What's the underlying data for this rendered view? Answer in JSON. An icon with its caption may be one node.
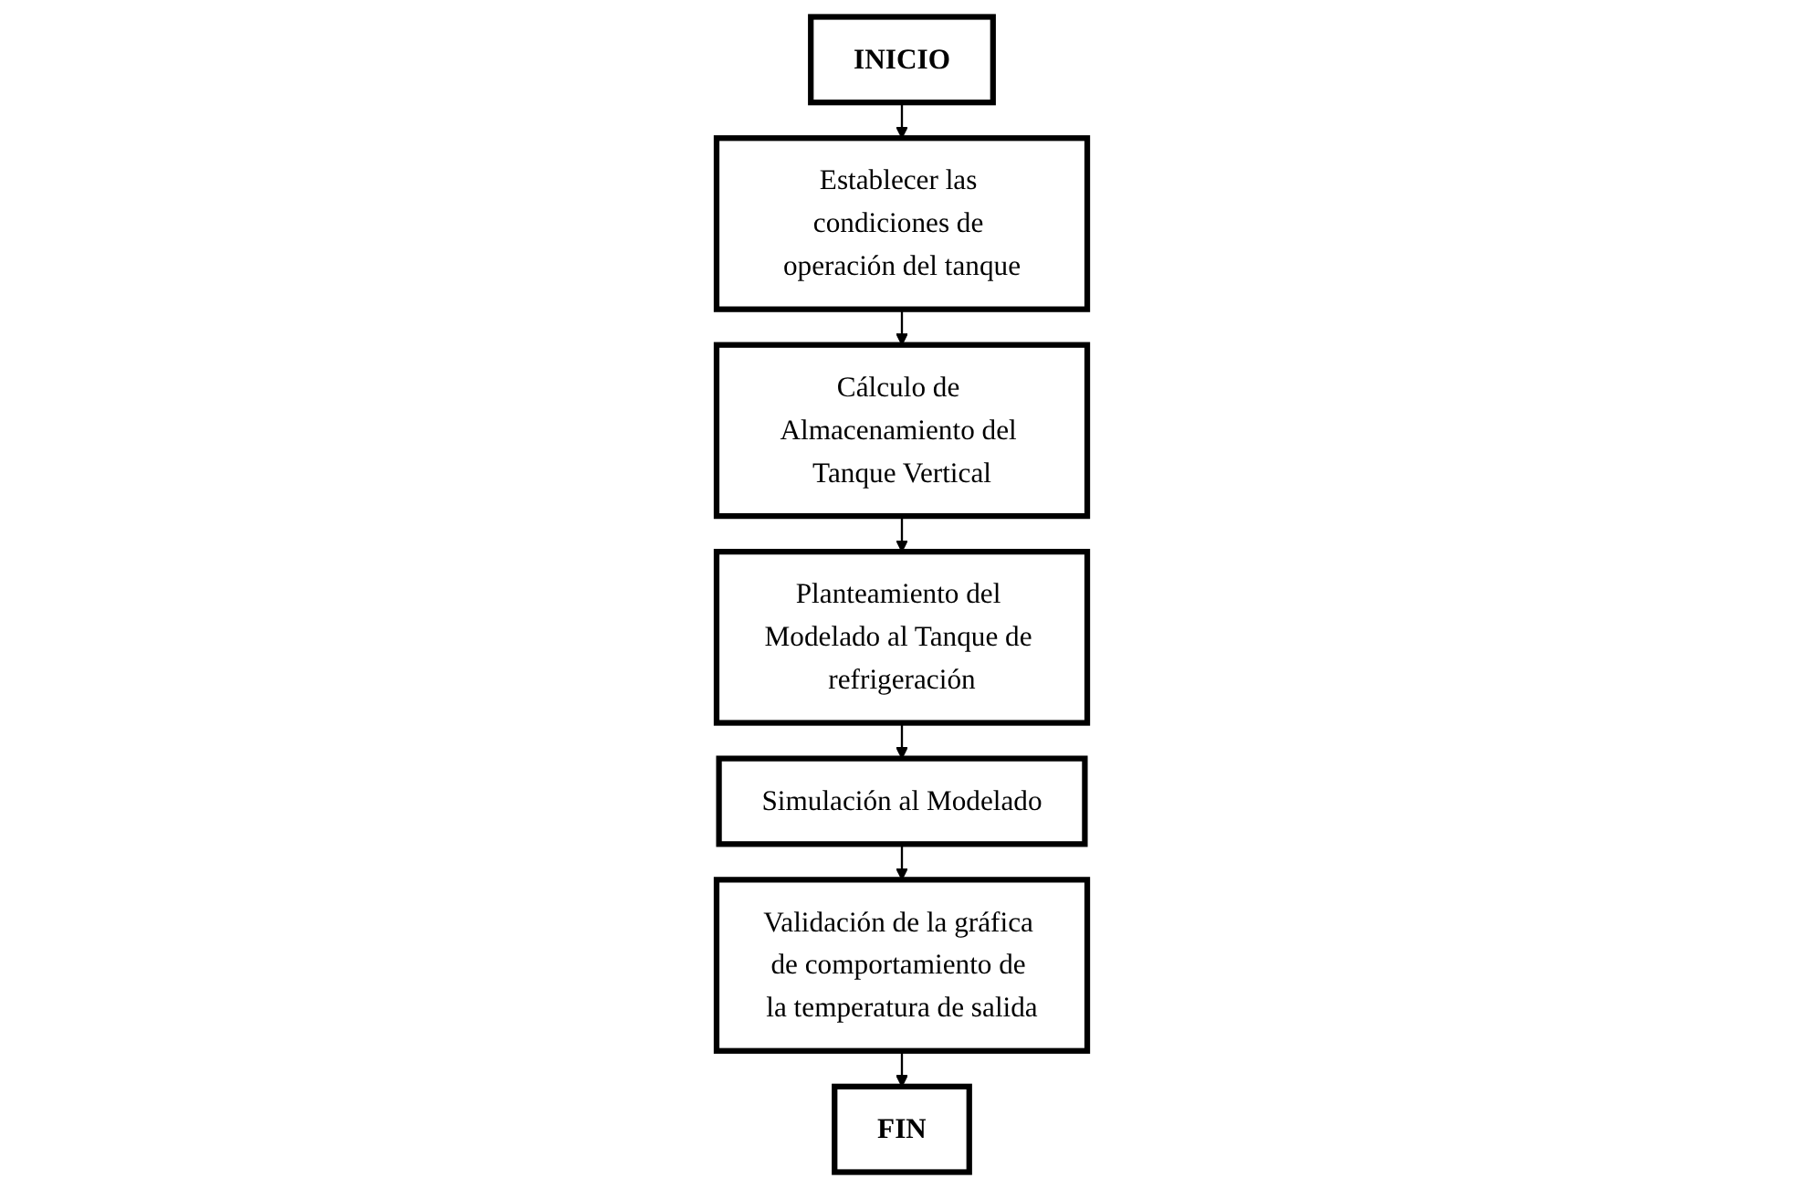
{
  "diagram": {
    "nodes": [
      {
        "text": [
          "INICIO"
        ]
      },
      {
        "text": [
          "Establecer las condiciones de operación del tanque"
        ]
      },
      {
        "text": [
          "Cálculo de Almacenamiento del Tanque Vertical"
        ]
      },
      {
        "text": [
          "Planteamiento del Modelado al Tanque de refrigeración"
        ]
      },
      {
        "text": [
          "Simulación al Modelado"
        ]
      },
      {
        "text": [
          "Validación de la gráfica de comportamiento de la temperatura de salida"
        ]
      },
      {
        "text": [
          "FIN"
        ]
      }
    ],
    "edges": [
      {
        "from": 0,
        "to": 1,
        "arrow": "to"
      },
      {
        "from": 1,
        "to": 2,
        "arrow": "to"
      },
      {
        "from": 2,
        "to": 3,
        "arrow": "to"
      },
      {
        "from": 3,
        "to": 4,
        "arrow": "to"
      },
      {
        "from": 4,
        "to": 5,
        "arrow": "to"
      },
      {
        "from": 5,
        "to": 6,
        "arrow": "to"
      }
    ]
  }
}
